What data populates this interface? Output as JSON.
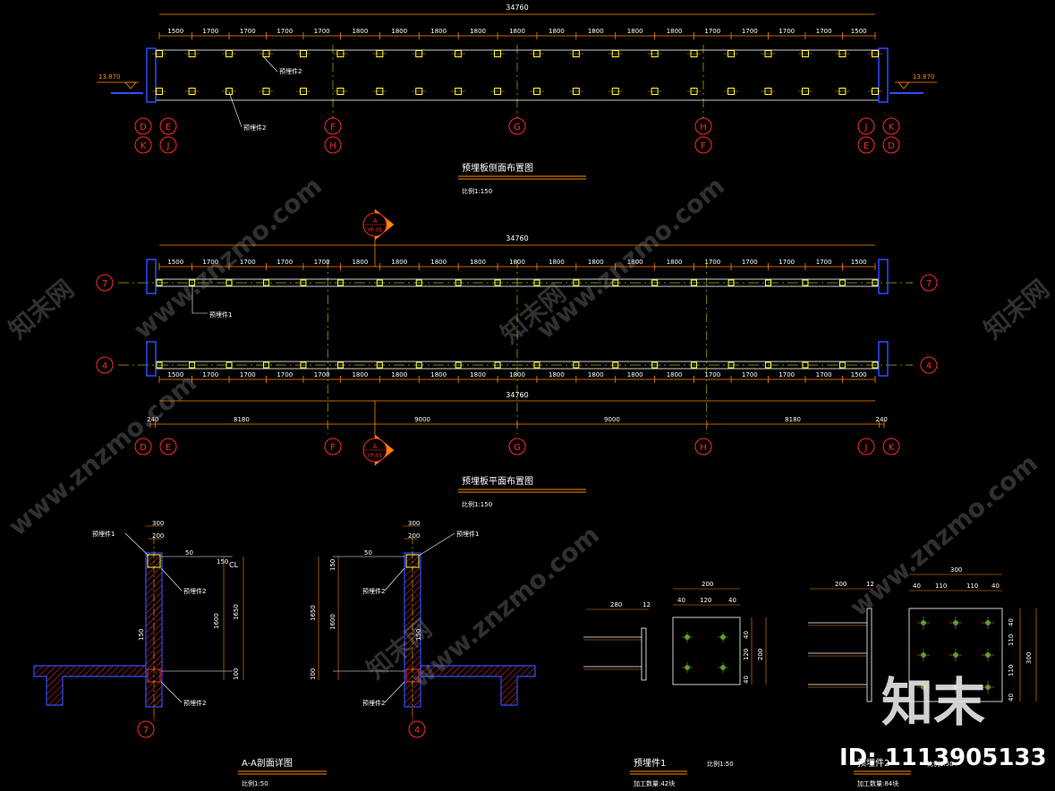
{
  "drawing": {
    "elevation": {
      "title": "预埋板侧面布置图",
      "scale": "比例1:150",
      "total_dim": "34760",
      "segment_dims": [
        "1500",
        "1700",
        "1700",
        "1700",
        "1700",
        "1800",
        "1800",
        "1800",
        "1800",
        "1800",
        "1800",
        "1800",
        "1800",
        "1800",
        "1700",
        "1700",
        "1700",
        "1700",
        "1500"
      ],
      "level_left": "13.870",
      "level_right": "13.870",
      "label_part2_a": "预埋件2",
      "label_part2_b": "预埋件2",
      "axes_top": [
        "D",
        "E",
        "F",
        "G",
        "H",
        "J",
        "K"
      ],
      "axes_bottom": [
        "K",
        "J",
        "H",
        "F",
        "E",
        "D"
      ]
    },
    "plan": {
      "title": "预埋板平面布置图",
      "scale": "比例1:150",
      "total_dim_top": "34760",
      "total_dim_bottom": "34760",
      "row_axes": [
        "7",
        "4"
      ],
      "label_part1": "预埋件1",
      "section_mark": "A",
      "section_ref": "YP-01",
      "bottom_dims": [
        "240",
        "8180",
        "9000",
        "9000",
        "8180",
        "240"
      ],
      "axes": [
        "D",
        "E",
        "F",
        "G",
        "H",
        "J",
        "K"
      ]
    },
    "section": {
      "title": "A-A剖面详图",
      "scale": "比例1:50",
      "labels": [
        "预埋件1",
        "预埋件2",
        "预埋件2",
        "预埋件1",
        "预埋件2",
        "预埋件2"
      ],
      "dims": [
        "300",
        "200",
        "50",
        "150",
        "1600",
        "1650",
        "100",
        "150"
      ],
      "axis_left": "7",
      "axis_right": "4",
      "cl": "CL"
    },
    "part1": {
      "title": "预埋件1",
      "scale": "比例1:50",
      "qty": "加工数量:42块",
      "dims": [
        "280",
        "12",
        "200",
        "40",
        "120",
        "40",
        "200",
        "40",
        "120",
        "40"
      ]
    },
    "part2": {
      "title": "预埋件2",
      "scale": "比例1:50",
      "qty": "加工数量:84块",
      "dims": [
        "200",
        "12",
        "300",
        "40",
        "110",
        "110",
        "40",
        "300",
        "40",
        "110",
        "110",
        "40"
      ]
    },
    "watermark": {
      "brand": "知末",
      "id_text": "ID: 1113905133",
      "site": "www.znzmo.com",
      "site_cn": "知末网"
    }
  },
  "colors": {
    "background": "#000000",
    "dimension": "#ff8800",
    "axis_circle": "#ff2a2a",
    "steel": "#2c4cff",
    "embed": "#ffff33",
    "text": "#ffffff",
    "centerline": "#ffff00"
  }
}
